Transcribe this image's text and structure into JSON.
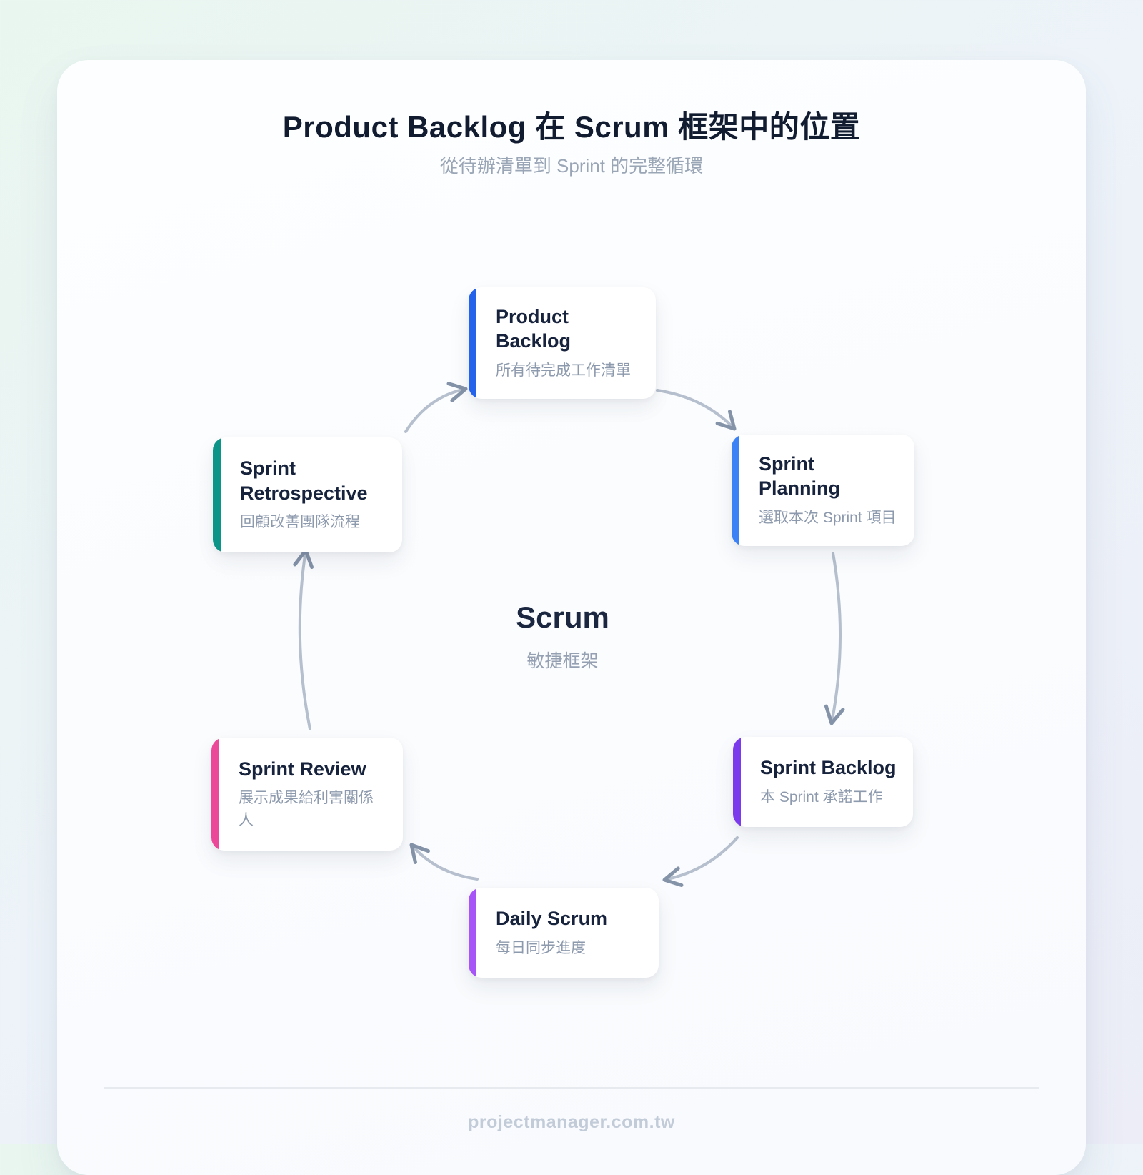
{
  "header": {
    "title": "Product Backlog 在 Scrum 框架中的位置",
    "subtitle": "從待辦清單到 Sprint 的完整循環"
  },
  "center": {
    "title": "Scrum",
    "subtitle": "敏捷框架"
  },
  "nodes": [
    {
      "id": "product-backlog",
      "title": "Product Backlog",
      "desc": "所有待完成工作清單",
      "accent": "#2563eb"
    },
    {
      "id": "sprint-planning",
      "title": "Sprint Planning",
      "desc": "選取本次 Sprint 項目",
      "accent": "#3b82f6"
    },
    {
      "id": "sprint-backlog",
      "title": "Sprint Backlog",
      "desc": "本 Sprint 承諾工作",
      "accent": "#7c3aed"
    },
    {
      "id": "daily-scrum",
      "title": "Daily Scrum",
      "desc": "每日同步進度",
      "accent": "#a855f7"
    },
    {
      "id": "sprint-review",
      "title": "Sprint Review",
      "desc": "展示成果給利害關係人",
      "accent": "#ec4899"
    },
    {
      "id": "sprint-retrospective",
      "title": "Sprint Retrospective",
      "desc": "回顧改善團隊流程",
      "accent": "#0d9488"
    }
  ],
  "diagram": {
    "arrow_color": "#b5bfcd",
    "arrowhead_color": "#8593a9"
  },
  "footer": {
    "text": "projectmanager.com.tw"
  }
}
